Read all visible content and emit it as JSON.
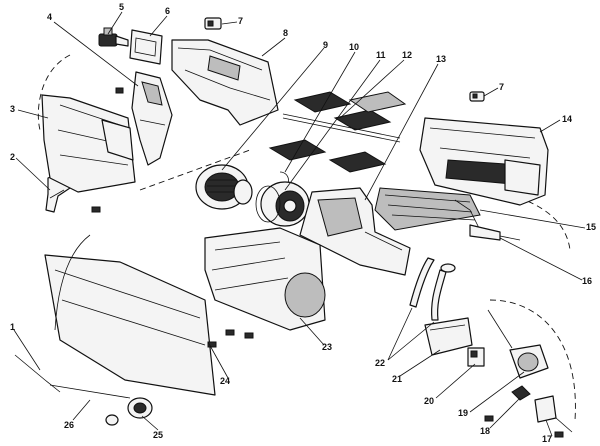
{
  "callouts": [
    {
      "id": "1",
      "label": "1"
    },
    {
      "id": "2",
      "label": "2"
    },
    {
      "id": "3",
      "label": "3"
    },
    {
      "id": "4",
      "label": "4"
    },
    {
      "id": "5",
      "label": "5"
    },
    {
      "id": "6",
      "label": "6"
    },
    {
      "id": "7a",
      "label": "7"
    },
    {
      "id": "7b",
      "label": "7"
    },
    {
      "id": "8",
      "label": "8"
    },
    {
      "id": "9",
      "label": "9"
    },
    {
      "id": "10",
      "label": "10"
    },
    {
      "id": "11",
      "label": "11"
    },
    {
      "id": "12",
      "label": "12"
    },
    {
      "id": "13",
      "label": "13"
    },
    {
      "id": "14",
      "label": "14"
    },
    {
      "id": "15",
      "label": "15"
    },
    {
      "id": "16",
      "label": "16"
    },
    {
      "id": "17",
      "label": "17"
    },
    {
      "id": "18",
      "label": "18"
    },
    {
      "id": "19",
      "label": "19"
    },
    {
      "id": "20",
      "label": "20"
    },
    {
      "id": "21",
      "label": "21"
    },
    {
      "id": "22",
      "label": "22"
    },
    {
      "id": "23",
      "label": "23"
    },
    {
      "id": "24",
      "label": "24"
    },
    {
      "id": "25",
      "label": "25"
    },
    {
      "id": "26",
      "label": "26"
    }
  ]
}
